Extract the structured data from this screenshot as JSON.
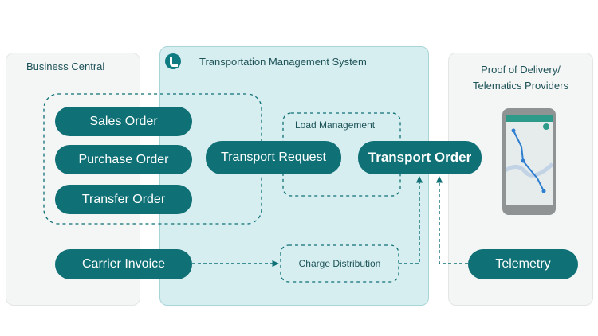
{
  "panels": {
    "business_central": "Business Central",
    "tms": "Transportation Management System",
    "pod": "Proof of Delivery/\nTelematics Providers"
  },
  "nodes": {
    "sales_order": "Sales Order",
    "purchase_order": "Purchase Order",
    "transfer_order": "Transfer Order",
    "transport_request": "Transport Request",
    "transport_order": "Transport Order",
    "carrier_invoice": "Carrier Invoice",
    "telemetry": "Telemetry",
    "load_management": "Load Management",
    "charge_distribution": "Charge Distribution"
  },
  "icons": {
    "tms_logo": "tms-logo-icon",
    "phone": "smartphone-map-icon"
  },
  "colors": {
    "node_fill": "#0f7075",
    "tms_background": "#d6eef0",
    "connector": "#0f7075"
  }
}
